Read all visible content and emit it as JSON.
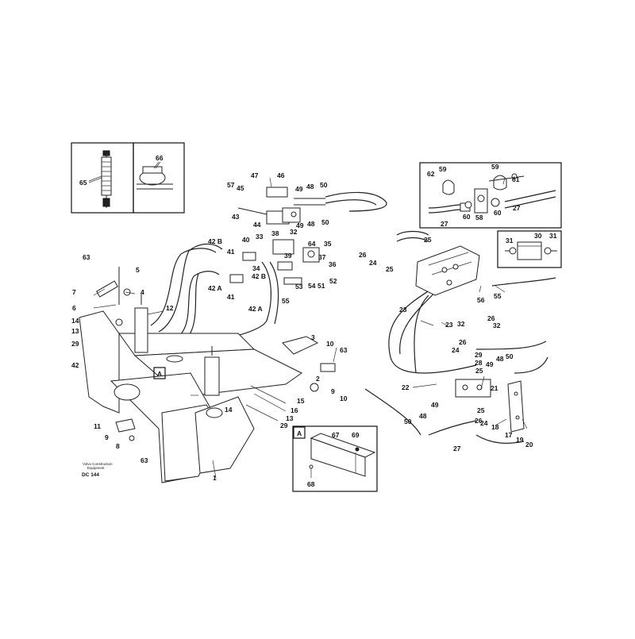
{
  "credit_line1": "Volvo Construction",
  "credit_line2": "Equipment",
  "doc_code": "DC 144",
  "view_a_label": "A",
  "callouts": [
    {
      "id": "c65",
      "text": "65"
    },
    {
      "id": "c66",
      "text": "66"
    },
    {
      "id": "c47",
      "text": "47"
    },
    {
      "id": "c46",
      "text": "46"
    },
    {
      "id": "c57",
      "text": "57"
    },
    {
      "id": "c45",
      "text": "45"
    },
    {
      "id": "c49a",
      "text": "49"
    },
    {
      "id": "c48a",
      "text": "48"
    },
    {
      "id": "c50a",
      "text": "50"
    },
    {
      "id": "c43",
      "text": "43"
    },
    {
      "id": "c44",
      "text": "44"
    },
    {
      "id": "c49b",
      "text": "49"
    },
    {
      "id": "c48b",
      "text": "48"
    },
    {
      "id": "c50b",
      "text": "50"
    },
    {
      "id": "c42Ba",
      "text": "42 B"
    },
    {
      "id": "c40",
      "text": "40"
    },
    {
      "id": "c41a",
      "text": "41"
    },
    {
      "id": "c33",
      "text": "33"
    },
    {
      "id": "c38",
      "text": "38"
    },
    {
      "id": "c32a",
      "text": "32"
    },
    {
      "id": "c64",
      "text": "64"
    },
    {
      "id": "c35",
      "text": "35"
    },
    {
      "id": "c39",
      "text": "39"
    },
    {
      "id": "c37",
      "text": "37"
    },
    {
      "id": "c36",
      "text": "36"
    },
    {
      "id": "c34",
      "text": "34"
    },
    {
      "id": "c42Bb",
      "text": "42 B"
    },
    {
      "id": "c42Aa",
      "text": "42 A"
    },
    {
      "id": "c41b",
      "text": "41"
    },
    {
      "id": "c42Ab",
      "text": "42 A"
    },
    {
      "id": "c53",
      "text": "53"
    },
    {
      "id": "c54",
      "text": "54"
    },
    {
      "id": "c51",
      "text": "51"
    },
    {
      "id": "c52",
      "text": "52"
    },
    {
      "id": "c55a",
      "text": "55"
    },
    {
      "id": "c63a",
      "text": "63"
    },
    {
      "id": "c5",
      "text": "5"
    },
    {
      "id": "c7",
      "text": "7"
    },
    {
      "id": "c4",
      "text": "4"
    },
    {
      "id": "c6",
      "text": "6"
    },
    {
      "id": "c12",
      "text": "12"
    },
    {
      "id": "c14a",
      "text": "14"
    },
    {
      "id": "c13a",
      "text": "13"
    },
    {
      "id": "c29a",
      "text": "29"
    },
    {
      "id": "c42c",
      "text": "42"
    },
    {
      "id": "c3",
      "text": "3"
    },
    {
      "id": "c10a",
      "text": "10"
    },
    {
      "id": "c63b",
      "text": "63"
    },
    {
      "id": "c2",
      "text": "2"
    },
    {
      "id": "c9a",
      "text": "9"
    },
    {
      "id": "c10b",
      "text": "10"
    },
    {
      "id": "c15",
      "text": "15"
    },
    {
      "id": "c16",
      "text": "16"
    },
    {
      "id": "c14b",
      "text": "14"
    },
    {
      "id": "c13b",
      "text": "13"
    },
    {
      "id": "c29b",
      "text": "29"
    },
    {
      "id": "c11",
      "text": "11"
    },
    {
      "id": "c9b",
      "text": "9"
    },
    {
      "id": "c8",
      "text": "8"
    },
    {
      "id": "c63c",
      "text": "63"
    },
    {
      "id": "c1",
      "text": "1"
    },
    {
      "id": "c67",
      "text": "67"
    },
    {
      "id": "c69",
      "text": "69"
    },
    {
      "id": "c68",
      "text": "68"
    },
    {
      "id": "c62",
      "text": "62"
    },
    {
      "id": "c59a",
      "text": "59"
    },
    {
      "id": "c59b",
      "text": "59"
    },
    {
      "id": "c61",
      "text": "61"
    },
    {
      "id": "c60a",
      "text": "60"
    },
    {
      "id": "c58",
      "text": "58"
    },
    {
      "id": "c60b",
      "text": "60"
    },
    {
      "id": "c27a",
      "text": "27"
    },
    {
      "id": "c27b",
      "text": "27"
    },
    {
      "id": "c30",
      "text": "30"
    },
    {
      "id": "c31a",
      "text": "31"
    },
    {
      "id": "c31b",
      "text": "31"
    },
    {
      "id": "c25a",
      "text": "25"
    },
    {
      "id": "c26a",
      "text": "26"
    },
    {
      "id": "c24a",
      "text": "24"
    },
    {
      "id": "c25b",
      "text": "25"
    },
    {
      "id": "c56",
      "text": "56"
    },
    {
      "id": "c55b",
      "text": "55"
    },
    {
      "id": "c23a",
      "text": "23"
    },
    {
      "id": "c23b",
      "text": "23"
    },
    {
      "id": "c26b",
      "text": "26"
    },
    {
      "id": "c32b",
      "text": "32"
    },
    {
      "id": "c32c",
      "text": "32"
    },
    {
      "id": "c26c",
      "text": "26"
    },
    {
      "id": "c24b",
      "text": "24"
    },
    {
      "id": "c29c",
      "text": "29"
    },
    {
      "id": "c28",
      "text": "28"
    },
    {
      "id": "c25c",
      "text": "25"
    },
    {
      "id": "c49c",
      "text": "49"
    },
    {
      "id": "c48c",
      "text": "48"
    },
    {
      "id": "c50c",
      "text": "50"
    },
    {
      "id": "c22",
      "text": "22"
    },
    {
      "id": "c21",
      "text": "21"
    },
    {
      "id": "c49d",
      "text": "49"
    },
    {
      "id": "c48d",
      "text": "48"
    },
    {
      "id": "c50d",
      "text": "50"
    },
    {
      "id": "c25d",
      "text": "25"
    },
    {
      "id": "c26d",
      "text": "26"
    },
    {
      "id": "c24c",
      "text": "24"
    },
    {
      "id": "c27c",
      "text": "27"
    },
    {
      "id": "c18",
      "text": "18"
    },
    {
      "id": "c17",
      "text": "17"
    },
    {
      "id": "c19",
      "text": "19"
    },
    {
      "id": "c20",
      "text": "20"
    }
  ]
}
